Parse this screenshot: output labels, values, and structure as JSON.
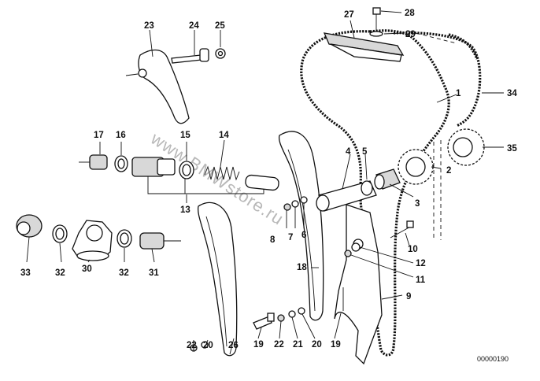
{
  "watermark": "www.BMWstore.ru",
  "reference_code": "00000190",
  "callouts": [
    {
      "id": "1",
      "text": "1"
    },
    {
      "id": "2",
      "text": "2"
    },
    {
      "id": "3",
      "text": "3"
    },
    {
      "id": "4",
      "text": "4"
    },
    {
      "id": "5",
      "text": "5"
    },
    {
      "id": "6",
      "text": "6"
    },
    {
      "id": "7",
      "text": "7"
    },
    {
      "id": "8",
      "text": "8"
    },
    {
      "id": "9",
      "text": "9"
    },
    {
      "id": "10",
      "text": "10"
    },
    {
      "id": "11",
      "text": "11"
    },
    {
      "id": "12",
      "text": "12"
    },
    {
      "id": "13",
      "text": "13"
    },
    {
      "id": "14",
      "text": "14"
    },
    {
      "id": "15",
      "text": "15"
    },
    {
      "id": "16",
      "text": "16"
    },
    {
      "id": "17",
      "text": "17"
    },
    {
      "id": "18",
      "text": "18"
    },
    {
      "id": "19a",
      "text": "19"
    },
    {
      "id": "19b",
      "text": "19"
    },
    {
      "id": "20a",
      "text": "20"
    },
    {
      "id": "20b",
      "text": "20"
    },
    {
      "id": "21",
      "text": "21"
    },
    {
      "id": "22a",
      "text": "22"
    },
    {
      "id": "22b",
      "text": "22"
    },
    {
      "id": "23",
      "text": "23"
    },
    {
      "id": "24",
      "text": "24"
    },
    {
      "id": "25",
      "text": "25"
    },
    {
      "id": "26",
      "text": "26"
    },
    {
      "id": "27",
      "text": "27"
    },
    {
      "id": "28",
      "text": "28"
    },
    {
      "id": "29",
      "text": "29"
    },
    {
      "id": "30",
      "text": "30"
    },
    {
      "id": "31",
      "text": "31"
    },
    {
      "id": "32a",
      "text": "32"
    },
    {
      "id": "32b",
      "text": "32"
    },
    {
      "id": "33",
      "text": "33"
    },
    {
      "id": "34",
      "text": "34"
    },
    {
      "id": "35",
      "text": "35"
    }
  ]
}
